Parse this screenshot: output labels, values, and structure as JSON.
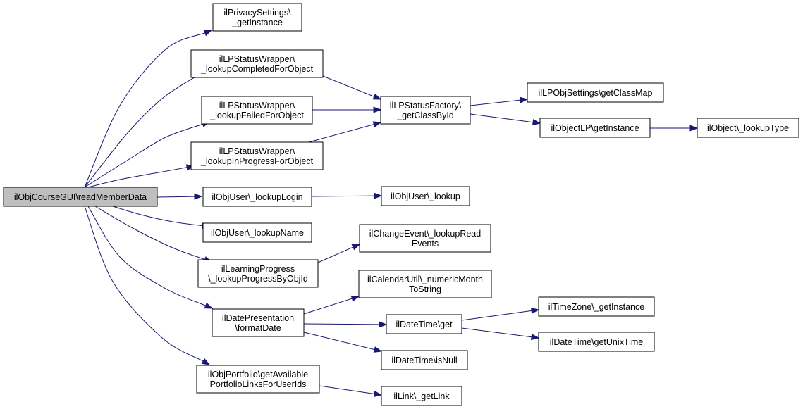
{
  "nodes": {
    "root": {
      "lines": [
        "ilObjCourseGUI\\readMemberData"
      ],
      "root": true
    },
    "privacy": {
      "lines": [
        "ilPrivacySettings\\",
        "_getInstance"
      ]
    },
    "lpw_completed": {
      "lines": [
        "ilLPStatusWrapper\\",
        "_lookupCompletedForObject"
      ]
    },
    "lpw_failed": {
      "lines": [
        "ilLPStatusWrapper\\",
        "_lookupFailedForObject"
      ]
    },
    "lpw_progress": {
      "lines": [
        "ilLPStatusWrapper\\",
        "_lookupInProgressForObject"
      ]
    },
    "lps_factory": {
      "lines": [
        "ilLPStatusFactory\\",
        "_getClassById"
      ]
    },
    "lpobj_settings": {
      "lines": [
        "ilLPObjSettings\\getClassMap"
      ]
    },
    "objlp_instance": {
      "lines": [
        "ilObjectLP\\getInstance"
      ]
    },
    "object_lookup_type": {
      "lines": [
        "ilObject\\_lookupType"
      ]
    },
    "user_lookup_login": {
      "lines": [
        "ilObjUser\\_lookupLogin"
      ]
    },
    "user_lookup": {
      "lines": [
        "ilObjUser\\_lookup"
      ]
    },
    "user_lookup_name": {
      "lines": [
        "ilObjUser\\_lookupName"
      ]
    },
    "change_event": {
      "lines": [
        "ilChangeEvent\\_lookupRead",
        "Events"
      ]
    },
    "learning_progress": {
      "lines": [
        "ilLearningProgress",
        "\\_lookupProgressByObjId"
      ]
    },
    "calendar_util": {
      "lines": [
        "ilCalendarUtil\\_numericMonth",
        "ToString"
      ]
    },
    "date_presentation": {
      "lines": [
        "ilDatePresentation",
        "\\formatDate"
      ]
    },
    "datetime_get": {
      "lines": [
        "ilDateTime\\get"
      ]
    },
    "timezone": {
      "lines": [
        "ilTimeZone\\_getInstance"
      ]
    },
    "unixtime": {
      "lines": [
        "ilDateTime\\getUnixTime"
      ]
    },
    "datetime_isnull": {
      "lines": [
        "ilDateTime\\isNull"
      ]
    },
    "portfolio": {
      "lines": [
        "ilObjPortfolio\\getAvailable",
        "PortfolioLinksForUserIds"
      ]
    },
    "link": {
      "lines": [
        "ilLink\\_getLink"
      ]
    }
  },
  "edges": [
    [
      "root",
      "privacy"
    ],
    [
      "root",
      "lpw_completed"
    ],
    [
      "root",
      "lpw_failed"
    ],
    [
      "root",
      "lpw_progress"
    ],
    [
      "root",
      "user_lookup_login"
    ],
    [
      "root",
      "user_lookup_name"
    ],
    [
      "root",
      "learning_progress"
    ],
    [
      "root",
      "date_presentation"
    ],
    [
      "root",
      "portfolio"
    ],
    [
      "lpw_completed",
      "lps_factory"
    ],
    [
      "lpw_failed",
      "lps_factory"
    ],
    [
      "lpw_progress",
      "lps_factory"
    ],
    [
      "lps_factory",
      "lpobj_settings"
    ],
    [
      "lps_factory",
      "objlp_instance"
    ],
    [
      "objlp_instance",
      "object_lookup_type"
    ],
    [
      "user_lookup_login",
      "user_lookup"
    ],
    [
      "learning_progress",
      "change_event"
    ],
    [
      "date_presentation",
      "calendar_util"
    ],
    [
      "date_presentation",
      "datetime_get"
    ],
    [
      "date_presentation",
      "datetime_isnull"
    ],
    [
      "datetime_get",
      "timezone"
    ],
    [
      "datetime_get",
      "unixtime"
    ],
    [
      "portfolio",
      "link"
    ]
  ]
}
